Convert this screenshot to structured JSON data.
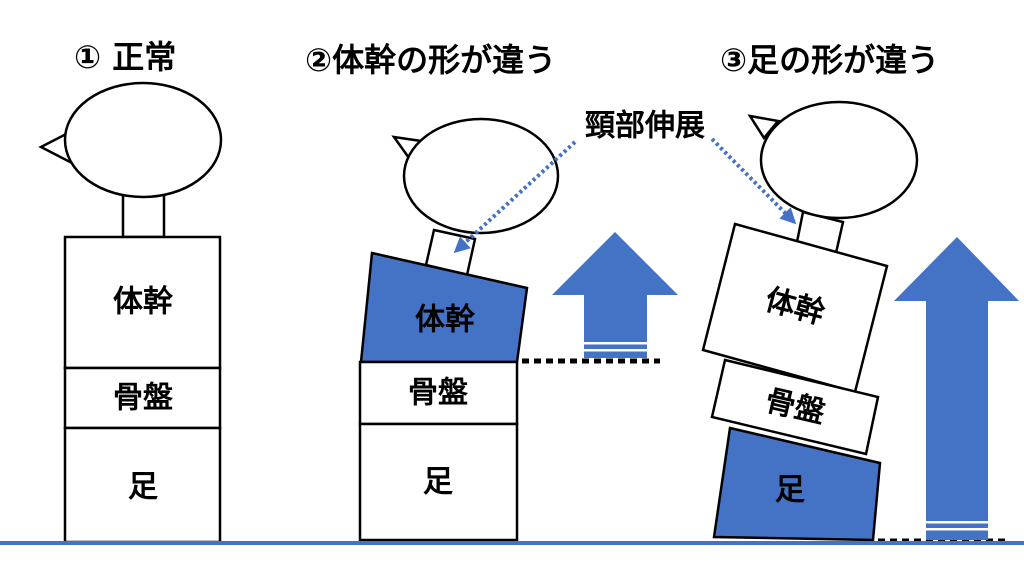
{
  "colors": {
    "accent": "#4472C4",
    "outline": "#000000",
    "background": "#FFFFFF"
  },
  "panels": [
    {
      "title": "① 正常",
      "trunk": "体幹",
      "pelvis": "骨盤",
      "foot": "足"
    },
    {
      "title": "②体幹の形が違う",
      "trunk": "体幹",
      "pelvis": "骨盤",
      "foot": "足"
    },
    {
      "title": "③足の形が違う",
      "trunk": "体幹",
      "pelvis": "骨盤",
      "foot": "足"
    }
  ],
  "annotation": {
    "neck_extension": "頸部伸展"
  }
}
